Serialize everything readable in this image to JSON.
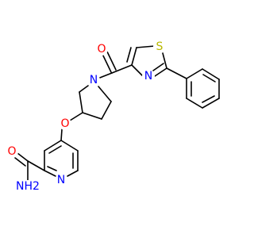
{
  "molecule": {
    "atoms": {
      "o_carbonyl": "O",
      "n_pyrrolidine": "N",
      "s_thiazole": "S",
      "n_thiazole": "N",
      "o_ether": "O",
      "n_pyridine": "N",
      "o_amide": "O",
      "nh2_amide": "NH2"
    },
    "colors": {
      "carbon": "#000000",
      "oxygen": "#ff0000",
      "nitrogen": "#0000ff",
      "sulfur": "#b8b800"
    }
  }
}
